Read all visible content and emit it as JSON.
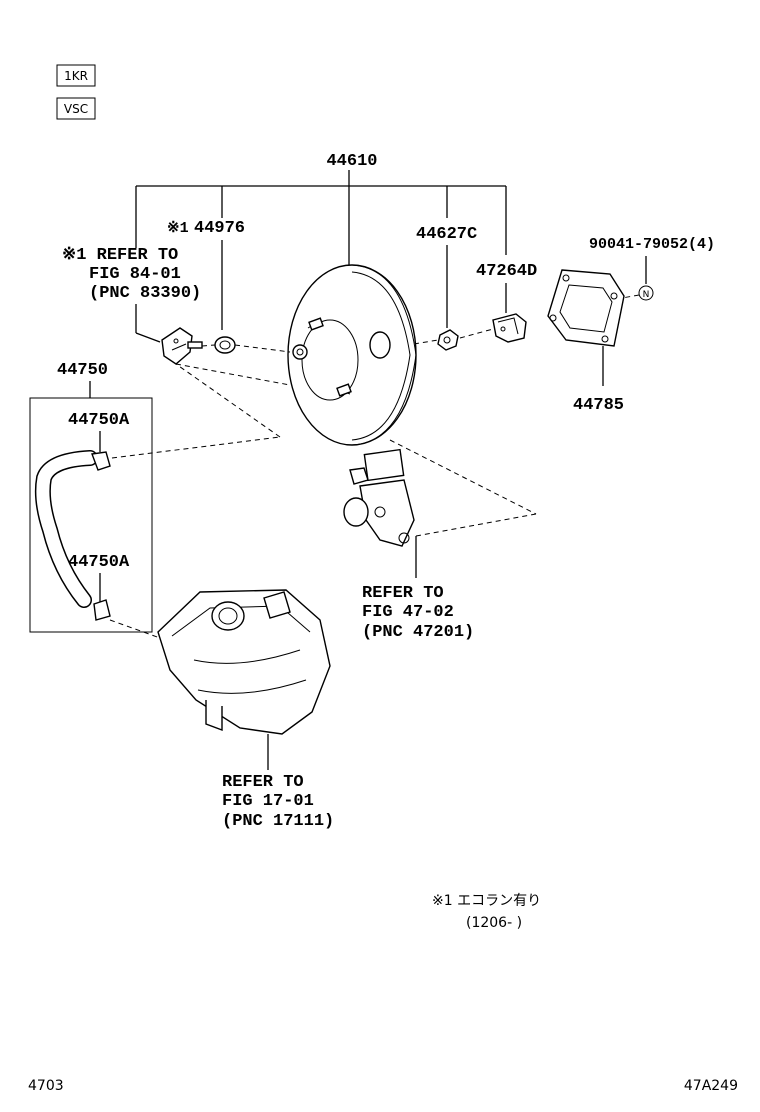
{
  "tags": [
    "1KR",
    "VSC"
  ],
  "parts": {
    "main_assembly": "44610",
    "hose_assembly": "44750",
    "clip_upper": "44750A",
    "clip_lower": "44750A",
    "check_valve_mark": "※1",
    "check_valve": "44976",
    "nut_left": "44627C",
    "bracket": "47264D",
    "nut_right": "90041-79052(4)",
    "gasket": "44785"
  },
  "refs": {
    "ref1": [
      "※1 REFER TO",
      "FIG 84-01",
      "(PNC 83390)"
    ],
    "ref2": [
      "REFER TO",
      "FIG 47-02",
      "(PNC 47201)"
    ],
    "ref3": [
      "REFER TO",
      "FIG 17-01",
      "(PNC 17111)"
    ]
  },
  "footnote": {
    "line1": "※1 エコラン有り",
    "line2": "(1206-      )"
  },
  "footer": {
    "left": "4703",
    "right": "47A249"
  },
  "n_marker": "N"
}
